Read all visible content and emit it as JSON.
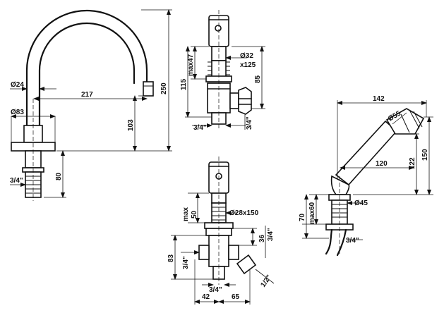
{
  "spout": {
    "d_pipe": "Ø24",
    "reach": "217",
    "height": "250",
    "d_base": "Ø83",
    "outlet_height": "103",
    "thread": "3/4\"",
    "shank_length": "80"
  },
  "valve_top": {
    "max_above": "max47",
    "stem": "Ø32",
    "stem_len": "x125",
    "total": "115",
    "right": "85",
    "thread_bottom": "3/4\"",
    "thread_side": "3/4\""
  },
  "valve_bottom": {
    "max_above": "max",
    "max_value": "50",
    "stem": "Ø28x150",
    "depth": "36",
    "thread_right": "3/4\"",
    "thread_left": "3/4\"",
    "height": "83",
    "offset_left": "42",
    "offset_right": "65",
    "thread_bottom": "3/4\"",
    "thread_diag": "1/2\""
  },
  "shower": {
    "length": "142",
    "head": "Ø55",
    "height": "150",
    "hose_height": "122",
    "reach": "120",
    "body": "Ø45",
    "max_above": "max60",
    "total": "70",
    "thread": "3/4\""
  }
}
